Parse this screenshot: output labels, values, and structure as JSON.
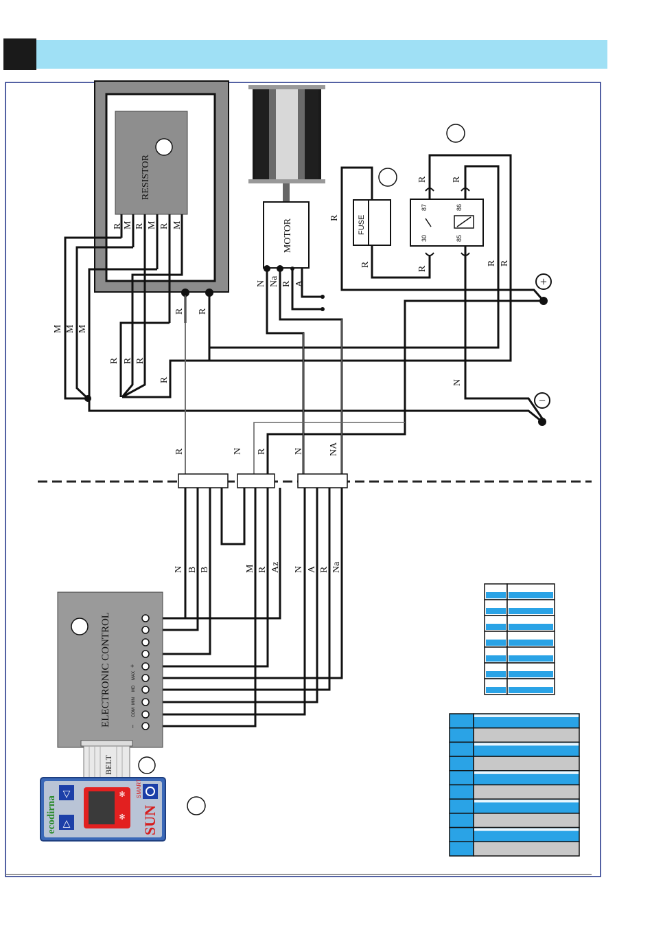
{
  "diagram": {
    "components": {
      "resistor": "RESISTOR",
      "motor": "MOTOR",
      "fuse": "FUSE",
      "electronic_control": "ELECTRONIC CONTROL",
      "belt": "BELT"
    },
    "relay_pins": {
      "p87": "87",
      "p86": "86",
      "p30": "30",
      "p85": "85"
    },
    "resistor_pins": [
      "R",
      "M",
      "R",
      "M",
      "R",
      "M"
    ],
    "motor_pins": [
      "N",
      "Na",
      "R",
      "A"
    ],
    "terminals": {
      "positive": "+",
      "negative": "−"
    },
    "control_pin_labels": [
      "–",
      "COM",
      "MIN",
      "MD",
      "MAX",
      "+"
    ],
    "keypad": {
      "brand_left": "ecodirna",
      "brand_right": "SUN",
      "brand_small": "SMART"
    },
    "colors": {
      "header_bar": "#9fe0f5",
      "header_square": "#1a1a1a",
      "frame": "#283a8c",
      "table_blue": "#2aa3e6",
      "table_gray": "#c8c8c8"
    }
  },
  "table_small_rows": 7,
  "table_large_rows": 10
}
